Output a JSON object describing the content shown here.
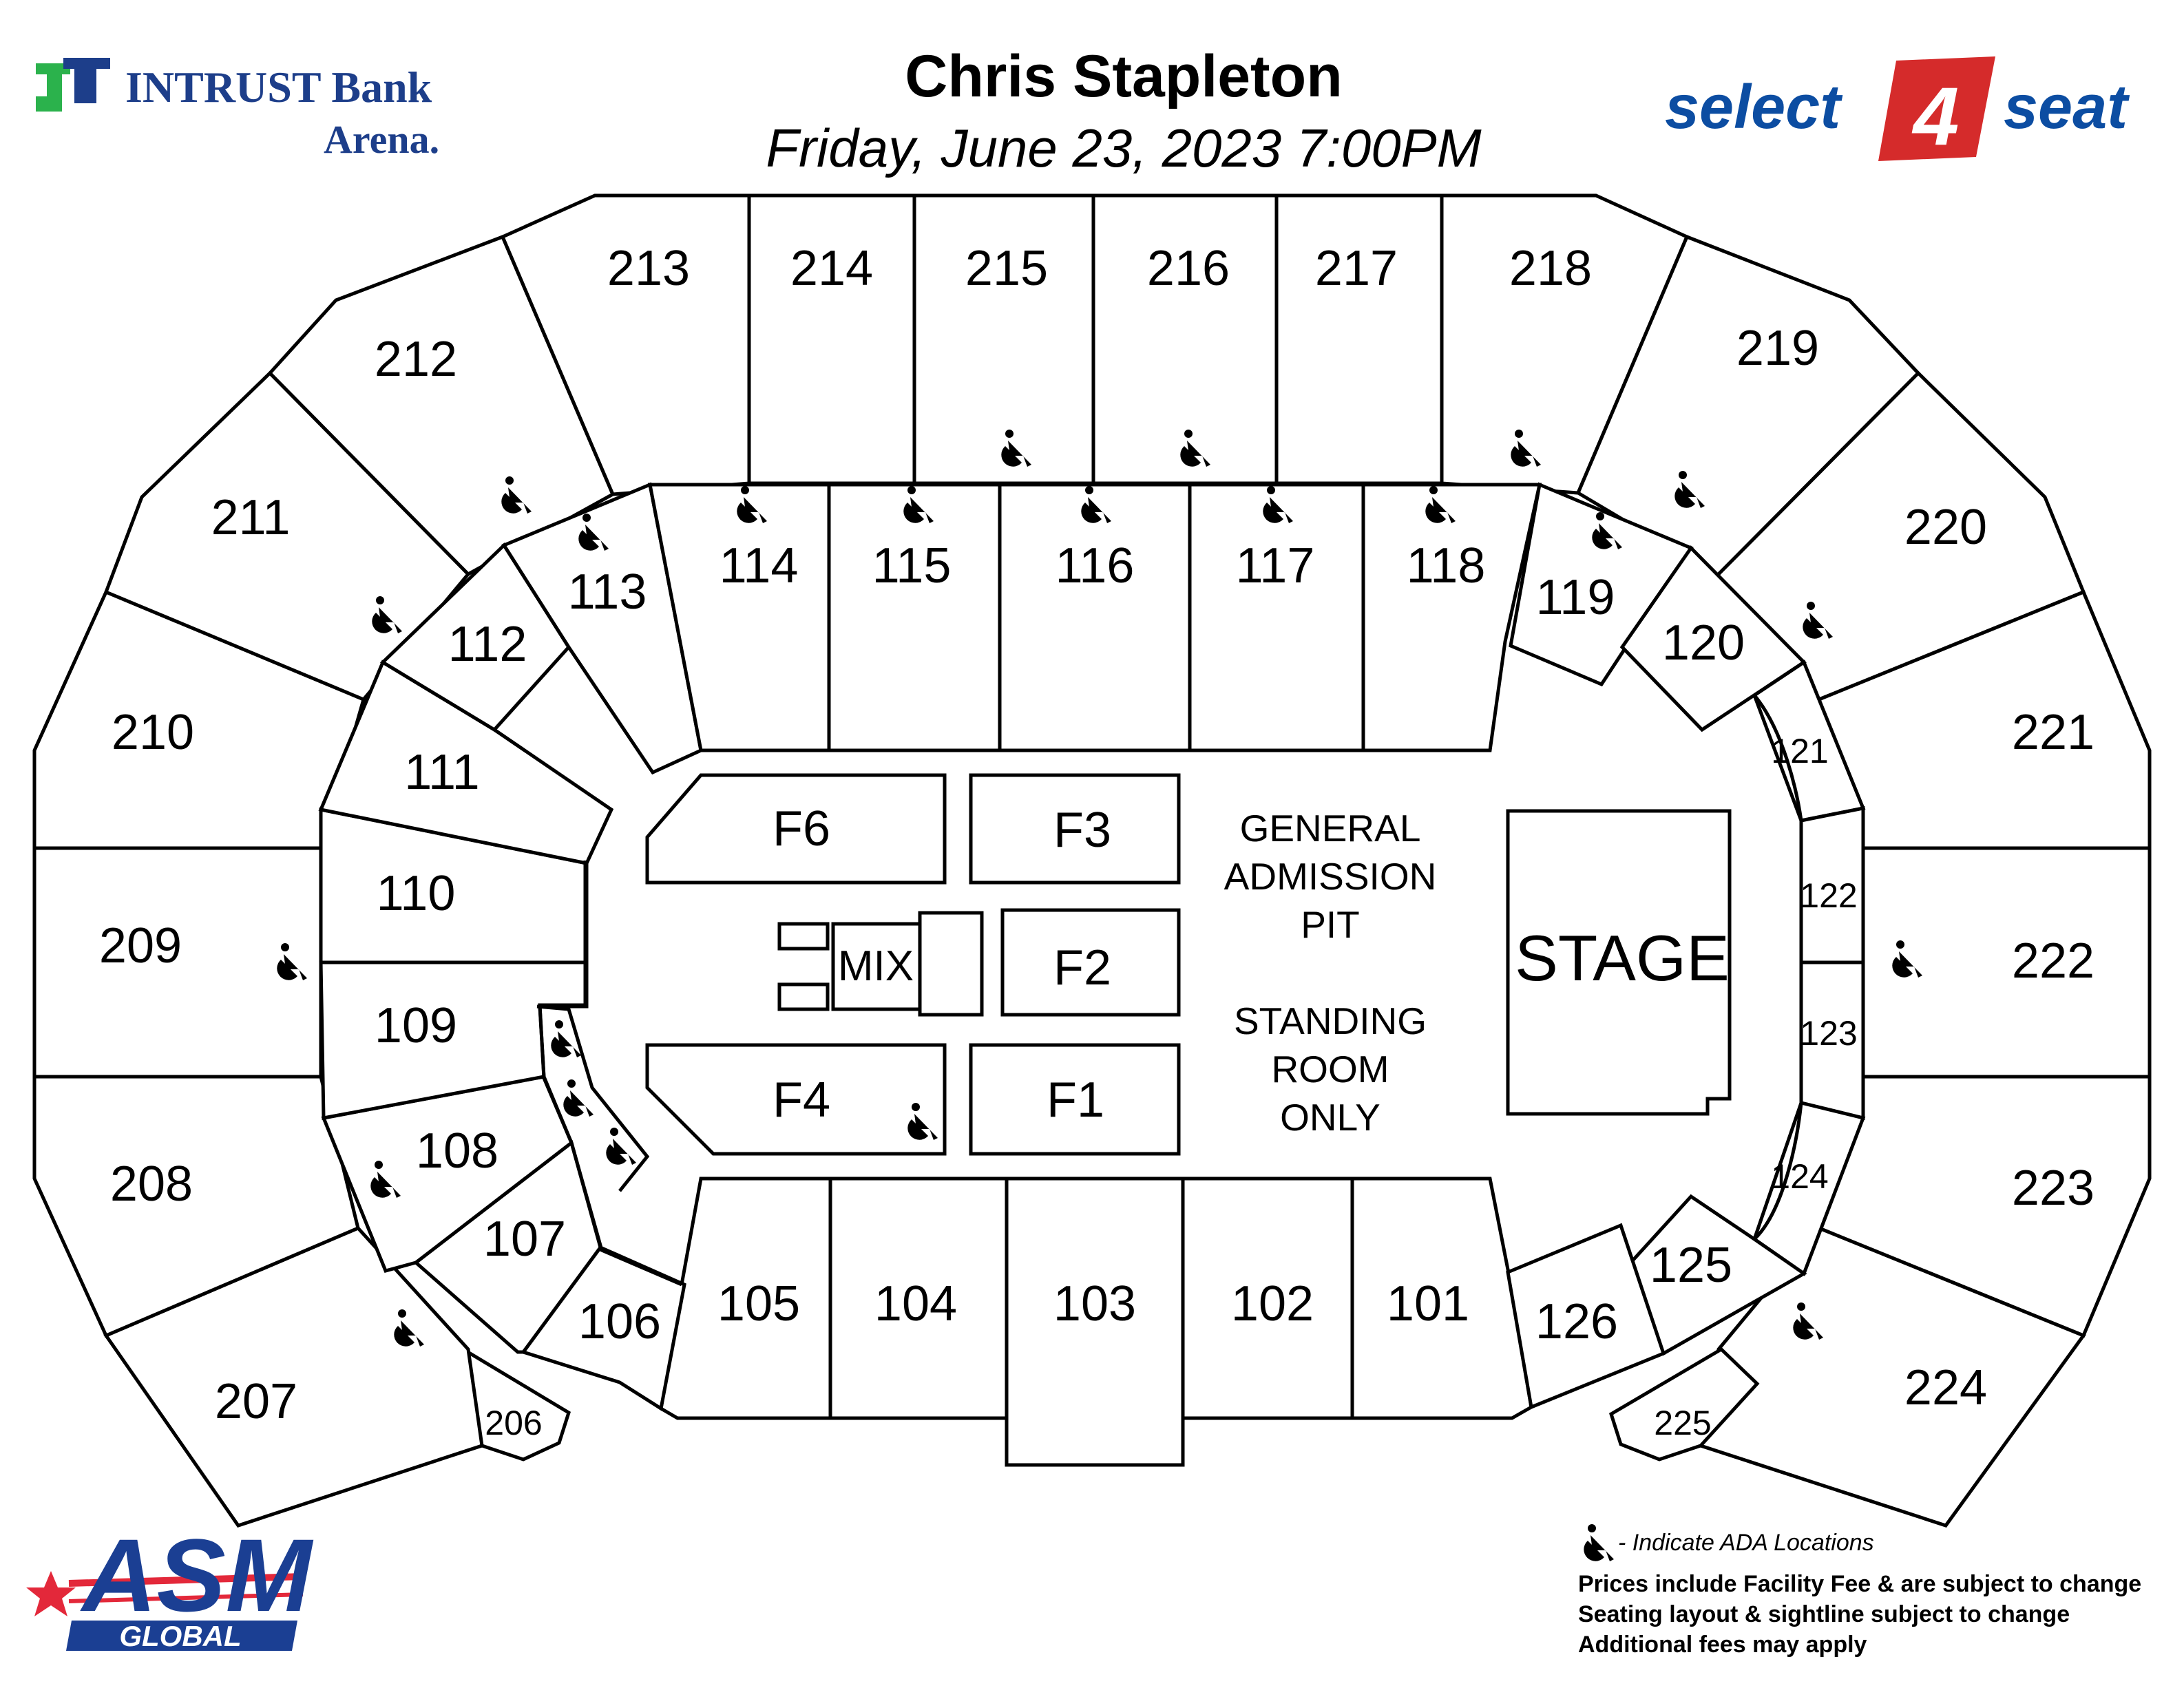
{
  "header": {
    "title": "Chris Stapleton",
    "subtitle": "Friday, June 23, 2023 7:00PM"
  },
  "logos": {
    "venue_line1": "INTRUST Bank",
    "venue_line2": "Arena.",
    "ticketing_left": "select",
    "ticketing_mid": "4",
    "ticketing_right": "seat",
    "operator_top": "ASM",
    "operator_bottom": "GLOBAL"
  },
  "colors": {
    "intrust_blue": "#1d3e8a",
    "intrust_green": "#2bb24c",
    "select4seat_blue": "#0c4da2",
    "select4seat_red": "#d52b2b",
    "asm_blue": "#1b3f93",
    "asm_red": "#e3283a",
    "section_fill": "#ffffff",
    "section_stroke": "#000000"
  },
  "sections_200": [
    "206",
    "207",
    "208",
    "209",
    "210",
    "211",
    "212",
    "213",
    "214",
    "215",
    "216",
    "217",
    "218",
    "219",
    "220",
    "221",
    "222",
    "223",
    "224",
    "225"
  ],
  "sections_100": [
    "101",
    "102",
    "103",
    "104",
    "105",
    "106",
    "107",
    "108",
    "109",
    "110",
    "111",
    "112",
    "113",
    "114",
    "115",
    "116",
    "117",
    "118",
    "119",
    "120",
    "121",
    "122",
    "123",
    "124",
    "125",
    "126"
  ],
  "floor": {
    "sections": [
      "F1",
      "F2",
      "F3",
      "F4",
      "F6"
    ],
    "mix": "MIX",
    "ga_line1": "GENERAL",
    "ga_line2": "ADMISSION",
    "ga_line3": "PIT",
    "sro_line1": "STANDING",
    "sro_line2": "ROOM",
    "sro_line3": "ONLY",
    "stage": "STAGE"
  },
  "legend": {
    "icon": "wheelchair-icon",
    "ada_text": "- Indicate ADA Locations",
    "note1": "Prices include Facility Fee & are subject to change",
    "note2": "Seating layout & sightline subject to change",
    "note3": "Additional fees may apply"
  }
}
